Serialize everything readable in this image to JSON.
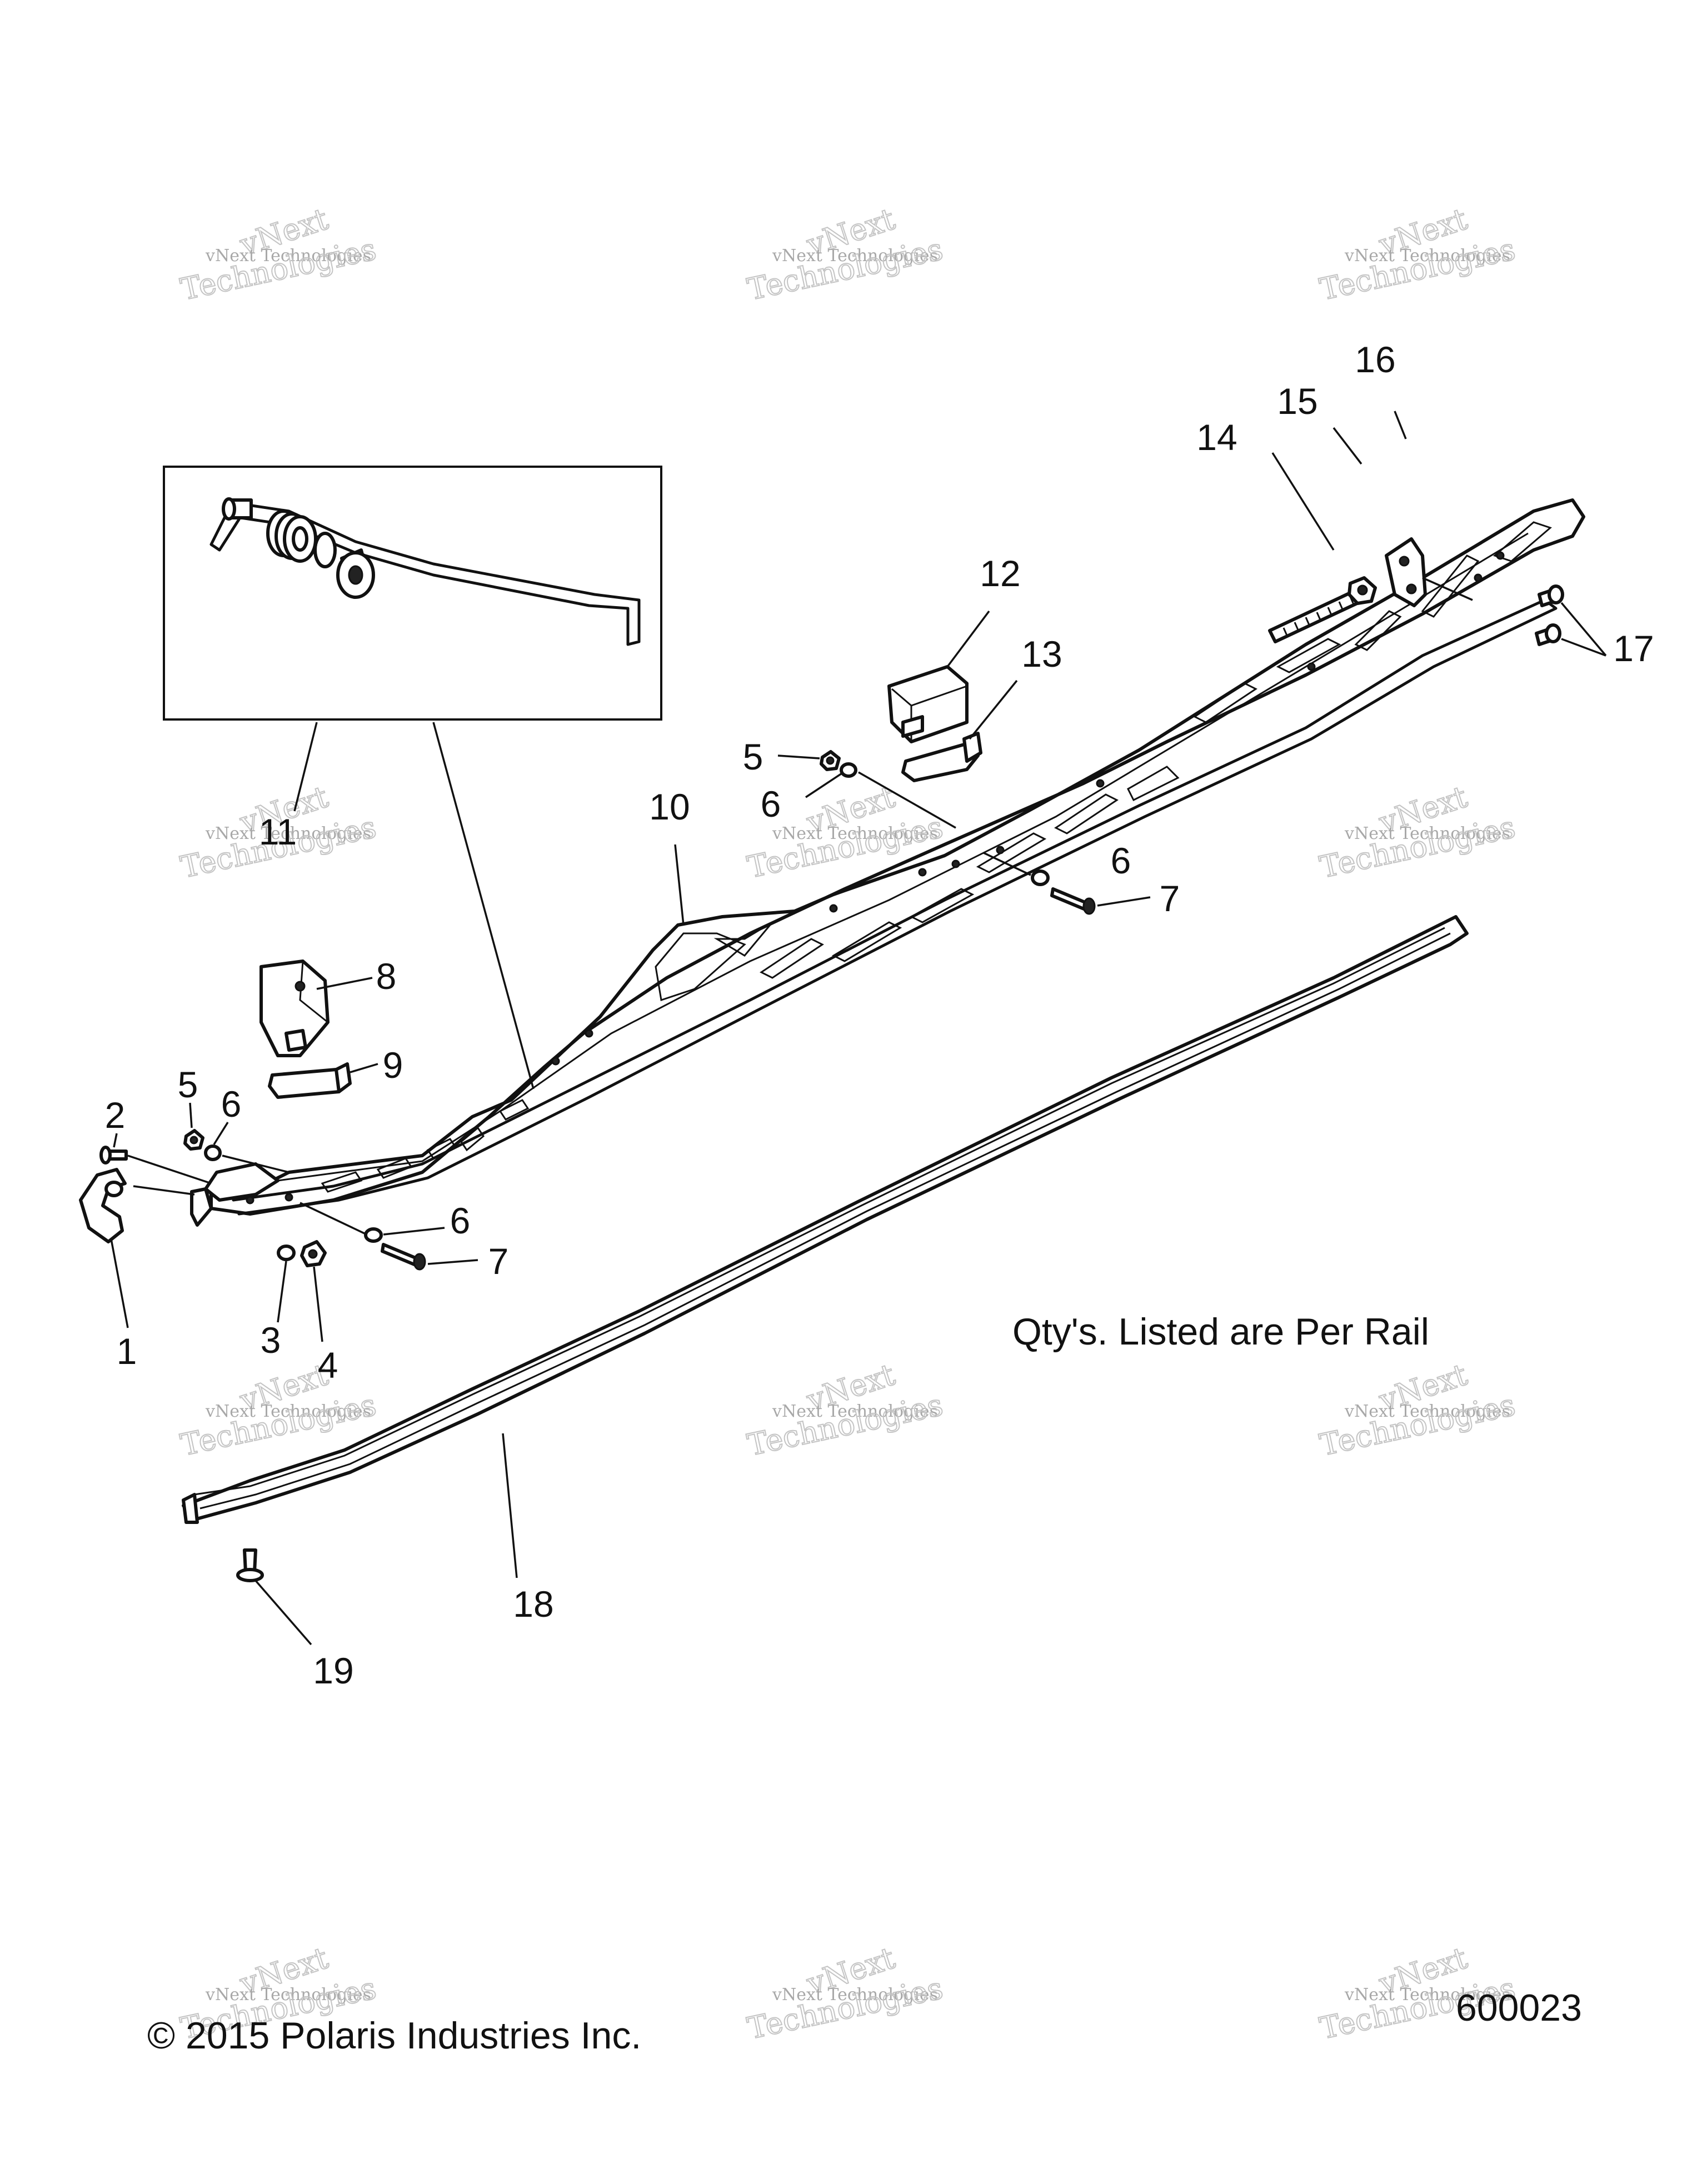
{
  "callouts": [
    {
      "id": "1",
      "label": "1"
    },
    {
      "id": "2",
      "label": "2"
    },
    {
      "id": "3",
      "label": "3"
    },
    {
      "id": "4",
      "label": "4"
    },
    {
      "id": "5",
      "label": "5"
    },
    {
      "id": "6",
      "label": "6"
    },
    {
      "id": "7",
      "label": "7"
    },
    {
      "id": "8",
      "label": "8"
    },
    {
      "id": "9",
      "label": "9"
    },
    {
      "id": "10",
      "label": "10"
    },
    {
      "id": "11",
      "label": "11"
    },
    {
      "id": "12",
      "label": "12"
    },
    {
      "id": "13",
      "label": "13"
    },
    {
      "id": "14",
      "label": "14"
    },
    {
      "id": "15",
      "label": "15"
    },
    {
      "id": "16",
      "label": "16"
    },
    {
      "id": "17",
      "label": "17"
    },
    {
      "id": "18",
      "label": "18"
    },
    {
      "id": "19",
      "label": "19"
    }
  ],
  "note": "Qty's. Listed are Per Rail",
  "copyright": "© 2015 Polaris Industries Inc.",
  "diagram_number": "600023",
  "watermark": {
    "line1": "vNext Technologies",
    "line2": "vNext",
    "line3": "Technologies"
  }
}
